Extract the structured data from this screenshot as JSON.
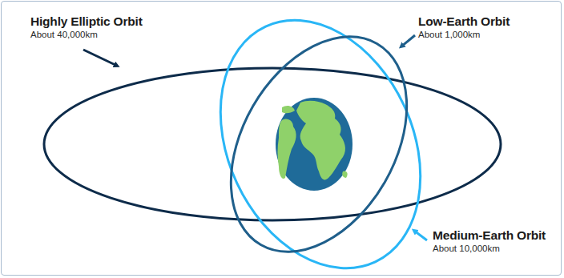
{
  "diagram": {
    "labels": [
      "Highly Elliptic Orbit",
      "About 40,000km",
      "Low-Earth Orbit",
      "About 1,000km",
      "Medium-Earth Orbit",
      "About 10,000km"
    ]
  }
}
